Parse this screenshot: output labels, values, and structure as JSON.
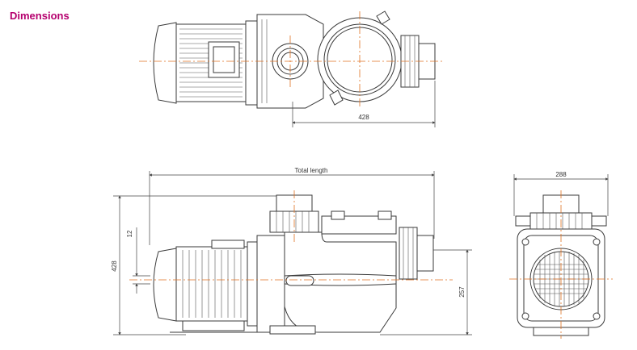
{
  "heading": {
    "text": "Dimensions",
    "color": "#b5006e"
  },
  "accent_color": "#e07020",
  "dimensions": {
    "top_width": "428",
    "total_length": "Total length",
    "side_width": "288",
    "height": "428",
    "offset": "12",
    "axis_height": "257"
  }
}
